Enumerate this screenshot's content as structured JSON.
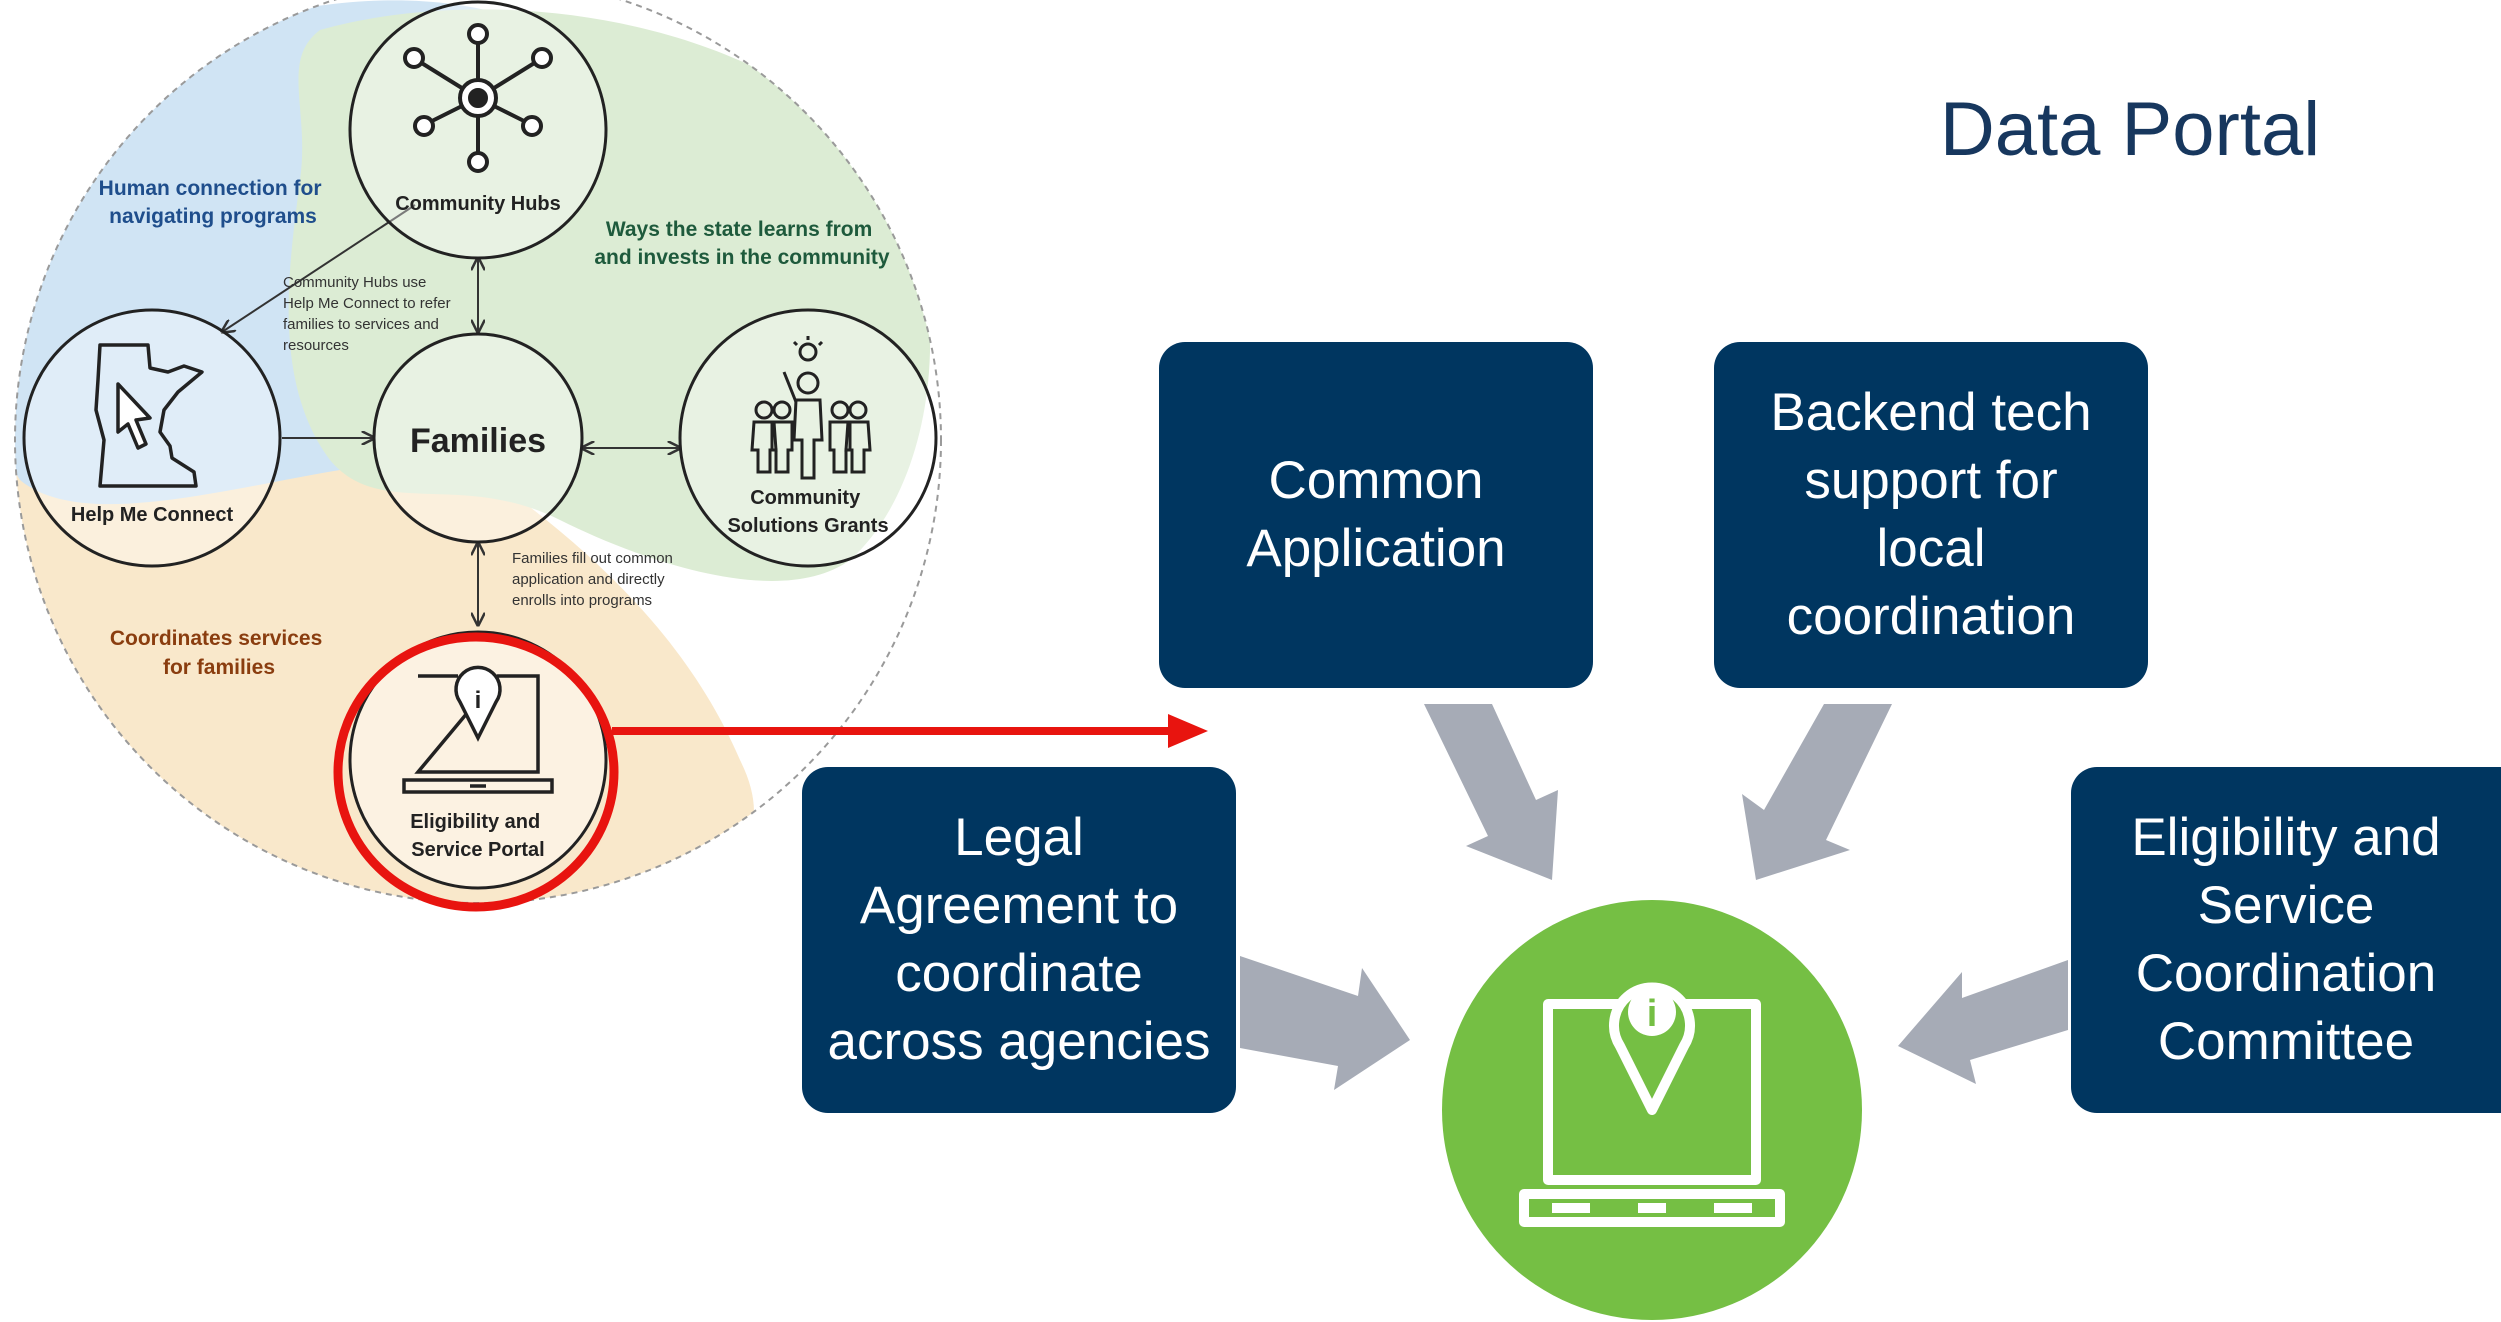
{
  "title": "Data Portal",
  "ecosystem": {
    "nodes": {
      "hubs": "Community Hubs",
      "families": "Families",
      "help_me_connect": "Help Me Connect",
      "grants": [
        "Community",
        "Solutions Grants"
      ],
      "portal": [
        "Eligibility and",
        "Service Portal"
      ]
    },
    "region_labels": {
      "human_connection": [
        "Human connection for",
        "navigating programs"
      ],
      "state_learns": [
        "Ways the state learns from",
        "and invests in the community"
      ],
      "coordinates": [
        "Coordinates services",
        "for families"
      ]
    },
    "notes": {
      "hubs_refer": [
        "Community Hubs use",
        "Help Me Connect to refer",
        "families to services and",
        "resources"
      ],
      "families_fill": [
        "Families fill out common",
        "application and directly",
        "enrolls into programs"
      ]
    }
  },
  "boxes": {
    "common_application": [
      "Common",
      "Application"
    ],
    "backend_tech": [
      "Backend tech",
      "support for",
      "local",
      "coordination"
    ],
    "legal_agreement": [
      "Legal",
      "Agreement to",
      "coordinate",
      "across agencies"
    ],
    "eligibility_committee": [
      "Eligibility and",
      "Service",
      "Coordination",
      "Committee"
    ]
  },
  "colors": {
    "navy_box": "#003660",
    "portal_green": "#75bf44",
    "connector_gray": "#a6abb6",
    "highlight_red": "#e8140f",
    "title_blue": "#17375e",
    "region_blue": "#d0e4f4",
    "region_green": "#dcecd4",
    "region_tan": "#f9e8cb"
  },
  "icons": [
    "network-hub-icon",
    "minnesota-cursor-icon",
    "people-lightbulb-icon",
    "laptop-info-icon"
  ]
}
